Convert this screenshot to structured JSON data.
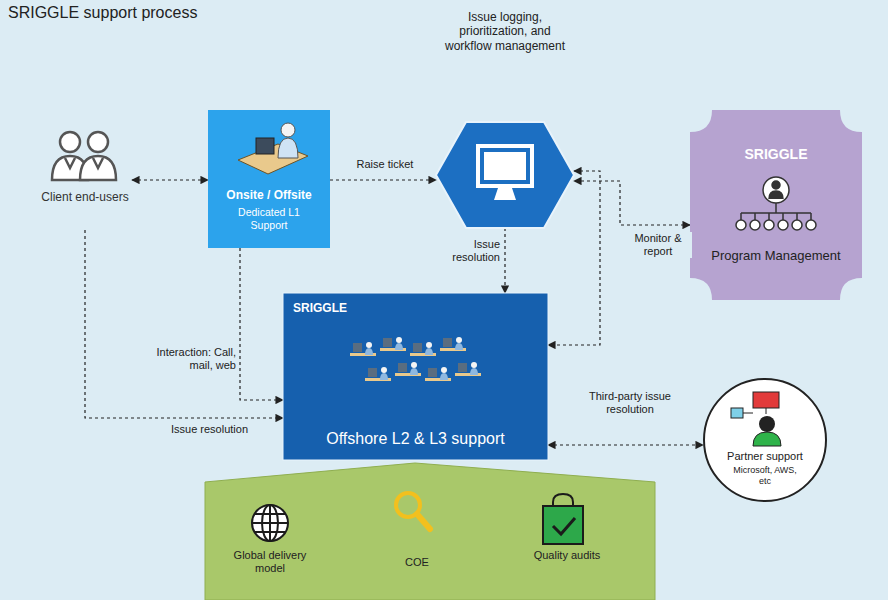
{
  "diagram": {
    "title": "SRIGGLE support process",
    "nodes": [
      {
        "text": [
          "Client end-users"
        ]
      },
      {
        "text": [
          "Onsite / Offsite",
          "Dedicated L1 Support"
        ]
      },
      {
        "text": [
          "Issue logging, prioritization, and workflow management"
        ]
      },
      {
        "text": [
          "SRIGGLE",
          "Program Management"
        ]
      },
      {
        "text": [
          "SRIGGLE",
          "Offshore L2 & L3 support"
        ]
      },
      {
        "text": [
          "Partner support",
          "Microsoft, AWS, etc"
        ]
      }
    ],
    "edges": [
      {
        "from": 0,
        "to": 1,
        "arrow": "both"
      },
      {
        "from": 1,
        "to": 2,
        "label": "Raise ticket",
        "arrow": "to"
      },
      {
        "from": 2,
        "to": 4,
        "label": "Issue resolution",
        "arrow": "to"
      },
      {
        "from": 1,
        "to": 4,
        "label": "Interaction: Call, mail, web",
        "arrow": "to"
      },
      {
        "from": 0,
        "to": 4,
        "label": "Issue resolution",
        "arrow": "to"
      },
      {
        "from": 2,
        "to": 4,
        "arrow": "both"
      },
      {
        "from": 3,
        "to": 2,
        "label": "Monitor & report",
        "arrow": "both"
      },
      {
        "from": 4,
        "to": 5,
        "label": "Third-party issue resolution",
        "arrow": "both"
      }
    ],
    "labels": [
      "Global delivery model",
      "COE",
      "Quality audits"
    ]
  }
}
